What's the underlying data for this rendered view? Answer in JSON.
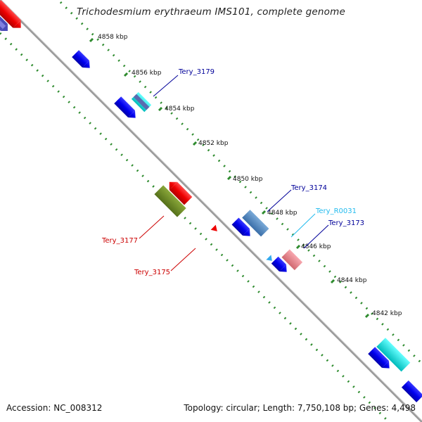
{
  "title": "Trichodesmium erythraeum IMS101, complete genome",
  "accession": "Accession: NC_008312",
  "topology": "Topology: circular; Length: 7,750,108 bp; Genes: 4,498",
  "tick_labels": [
    "4858 kbp",
    "4856 kbp",
    "4854 kbp",
    "4852 kbp",
    "4850 kbp",
    "4848 kbp",
    "4846 kbp",
    "4844 kbp",
    "4842 kbp"
  ],
  "gene_labels": [
    {
      "name": "Tery_3179",
      "color": "#000099"
    },
    {
      "name": "Tery_3174",
      "color": "#000099"
    },
    {
      "name": "Tery_R0031",
      "color": "#22bbee"
    },
    {
      "name": "Tery_3173",
      "color": "#000099"
    },
    {
      "name": "Tery_3177",
      "color": "#cc0000"
    },
    {
      "name": "Tery_3175",
      "color": "#cc0000"
    }
  ],
  "colors": {
    "backbone": "#999999",
    "tick_dots": "#2e8b2e",
    "forward_gene": "#0000ee",
    "cds_blue": "#5a8fcc",
    "cds_red": "#ee0000",
    "cds_green": "#6f8f2a",
    "cds_cyan": "#00dddd",
    "cds_pink": "#f08890"
  }
}
